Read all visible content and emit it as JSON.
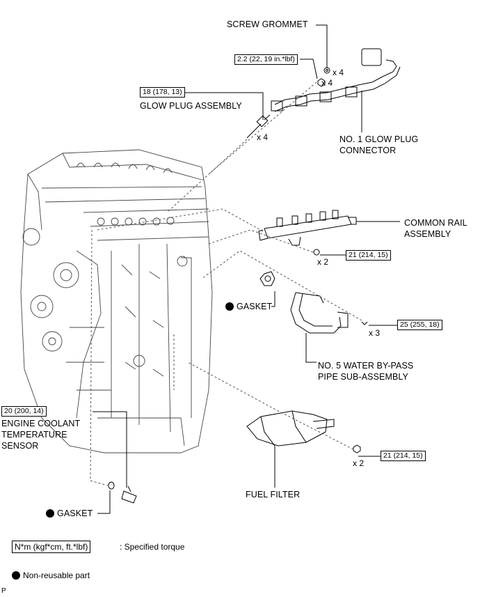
{
  "labels": {
    "screw_grommet": "SCREW GROMMET",
    "glow_plug_assembly": "GLOW PLUG ASSEMBLY",
    "glow_plug_connector_l1": "NO. 1 GLOW PLUG",
    "glow_plug_connector_l2": "CONNECTOR",
    "common_rail_l1": "COMMON RAIL",
    "common_rail_l2": "ASSEMBLY",
    "gasket_upper": "GASKET",
    "water_bypass_l1": "NO. 5 WATER BY-PASS",
    "water_bypass_l2": "PIPE SUB-ASSEMBLY",
    "ect_l1": "ENGINE COOLANT",
    "ect_l2": "TEMPERATURE",
    "ect_l3": "SENSOR",
    "fuel_filter": "FUEL FILTER",
    "gasket_lower": "GASKET"
  },
  "torques": {
    "grommet_nut": "2.2 (22, 19 in.*lbf)",
    "glow_plug": "18 (178, 13)",
    "common_rail": "21 (214, 15)",
    "water_bypass": "25 (255, 18)",
    "ect_sensor": "20 (200, 14)",
    "fuel_filter": "21 (214, 15)"
  },
  "quantities": {
    "grommet": "x 4",
    "nut": "x 4",
    "glow_plug": "x 4",
    "common_rail": "x 2",
    "water_bypass": "x 3",
    "fuel_filter": "x 2"
  },
  "legend": {
    "torque_unit": "N*m (kgf*cm, ft.*lbf)",
    "torque_text": ": Specified torque",
    "nonreusable_text": "Non-reusable part"
  },
  "footer_code": "P"
}
